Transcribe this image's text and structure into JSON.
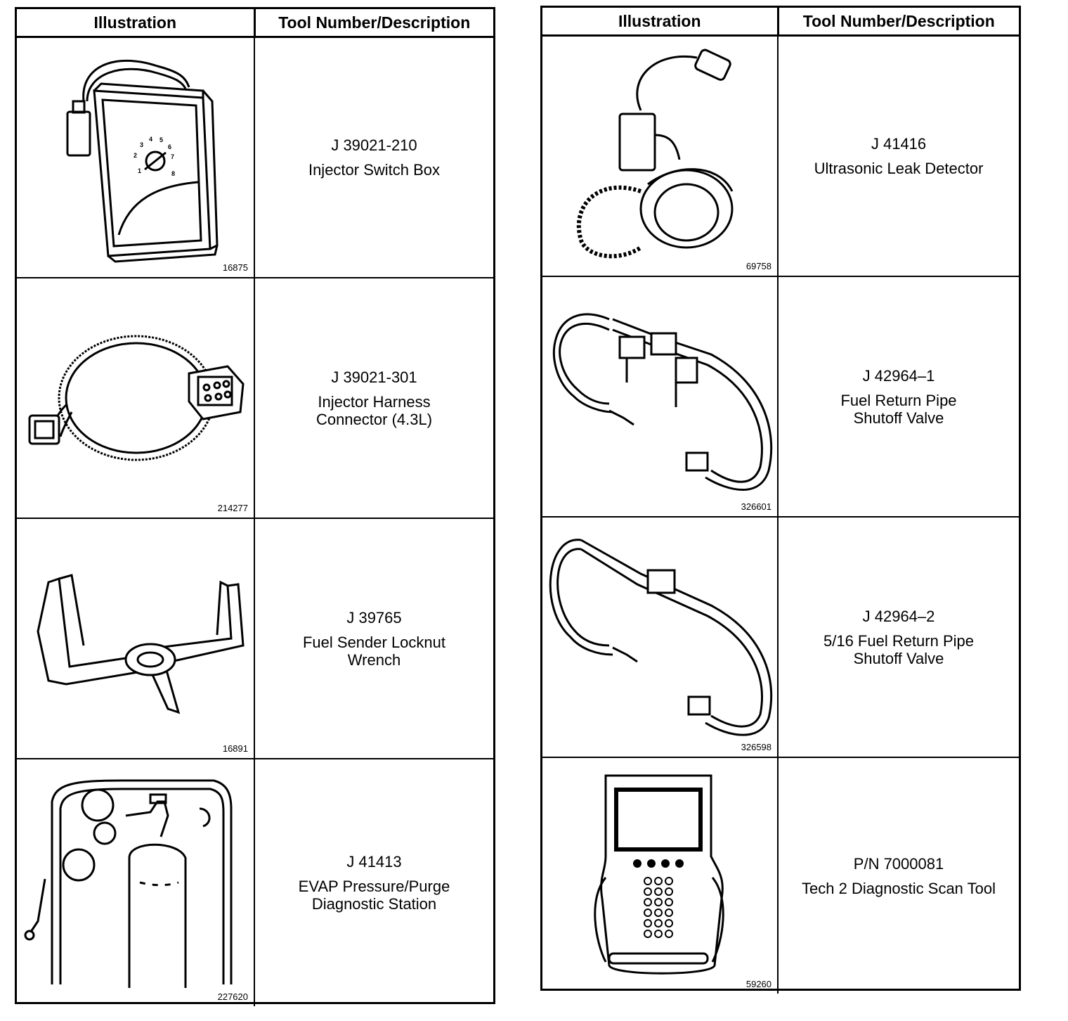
{
  "header": {
    "illustration": "Illustration",
    "tool": "Tool Number/Description"
  },
  "left": [
    {
      "number": "J 39021-210",
      "description": "Injector Switch Box",
      "figure": "16875"
    },
    {
      "number": "J 39021-301",
      "description": "Injector Harness\nConnector (4.3L)",
      "figure": "214277"
    },
    {
      "number": "J 39765",
      "description": "Fuel Sender Locknut\nWrench",
      "figure": "16891"
    },
    {
      "number": "J 41413",
      "description": "EVAP Pressure/Purge\nDiagnostic Station",
      "figure": "227620"
    }
  ],
  "right": [
    {
      "number": "J 41416",
      "description": "Ultrasonic Leak Detector",
      "figure": "69758"
    },
    {
      "number": "J 42964–1",
      "description": "Fuel Return Pipe\nShutoff Valve",
      "figure": "326601"
    },
    {
      "number": "J 42964–2",
      "description": "5/16 Fuel Return Pipe\nShutoff Valve",
      "figure": "326598"
    },
    {
      "number": "P/N 7000081",
      "description": "Tech 2 Diagnostic Scan Tool",
      "figure": "59260"
    }
  ],
  "dial_numbers": [
    "1",
    "2",
    "3",
    "4",
    "5",
    "6",
    "7",
    "8"
  ]
}
